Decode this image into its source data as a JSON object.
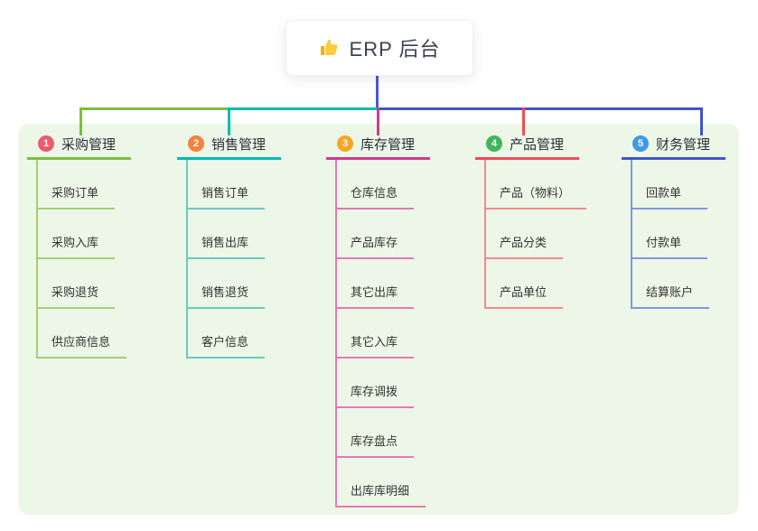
{
  "root": {
    "label": "ERP 后台",
    "icon": "thumbs-up-icon"
  },
  "colors": {
    "panel_bg": "#EDF7E8",
    "root_line": "#4A58D2",
    "canvas_bg": "#FFFFFF"
  },
  "branches": [
    {
      "badge": "1",
      "label": "采购管理",
      "badge_color": "#EE5A6E",
      "line_color": "#7CBE3F",
      "child_line_color": "#A0D174",
      "children": [
        "采购订单",
        "采购入库",
        "采购退货",
        "供应商信息"
      ]
    },
    {
      "badge": "2",
      "label": "销售管理",
      "badge_color": "#F5813C",
      "line_color": "#00BCB0",
      "child_line_color": "#66CBC4",
      "children": [
        "销售订单",
        "销售出库",
        "销售退货",
        "客户信息"
      ]
    },
    {
      "badge": "3",
      "label": "库存管理",
      "badge_color": "#F6A723",
      "line_color": "#D13A8C",
      "child_line_color": "#E679B1",
      "children": [
        "仓库信息",
        "产品库存",
        "其它出库",
        "其它入库",
        "库存调拨",
        "库存盘点",
        "出库库明细"
      ]
    },
    {
      "badge": "4",
      "label": "产品管理",
      "badge_color": "#3FB65A",
      "line_color": "#F14B57",
      "child_line_color": "#F8888E",
      "children": [
        "产品（物料）",
        "产品分类",
        "产品单位"
      ]
    },
    {
      "badge": "5",
      "label": "财务管理",
      "badge_color": "#3D9AE8",
      "line_color": "#4254CC",
      "child_line_color": "#7E97E6",
      "children": [
        "回款单",
        "付款单",
        "结算账户"
      ]
    }
  ]
}
